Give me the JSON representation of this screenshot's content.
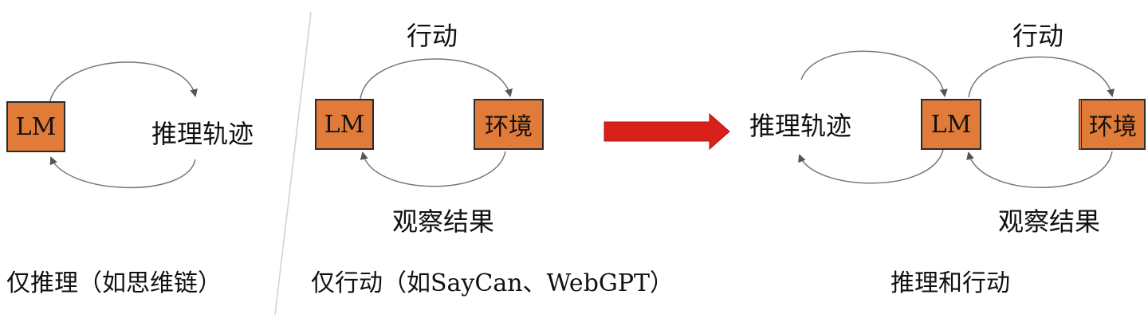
{
  "colors": {
    "box_fill": "#e07b39",
    "box_border": "#2b2b2b",
    "arrow_red": "#d9201a",
    "loop_stroke": "#777777"
  },
  "panel1": {
    "lm_label": "LM",
    "reasoning_label": "推理轨迹",
    "caption": "仅推理（如思维链）"
  },
  "panel2": {
    "action_label": "行动",
    "lm_label": "LM",
    "env_label": "环境",
    "observation_label": "观察结果",
    "caption": "仅行动（如SayCan、WebGPT）"
  },
  "panel3": {
    "action_label": "行动",
    "reasoning_label": "推理轨迹",
    "lm_label": "LM",
    "env_label": "环境",
    "observation_label": "观察结果",
    "caption": "推理和行动"
  }
}
